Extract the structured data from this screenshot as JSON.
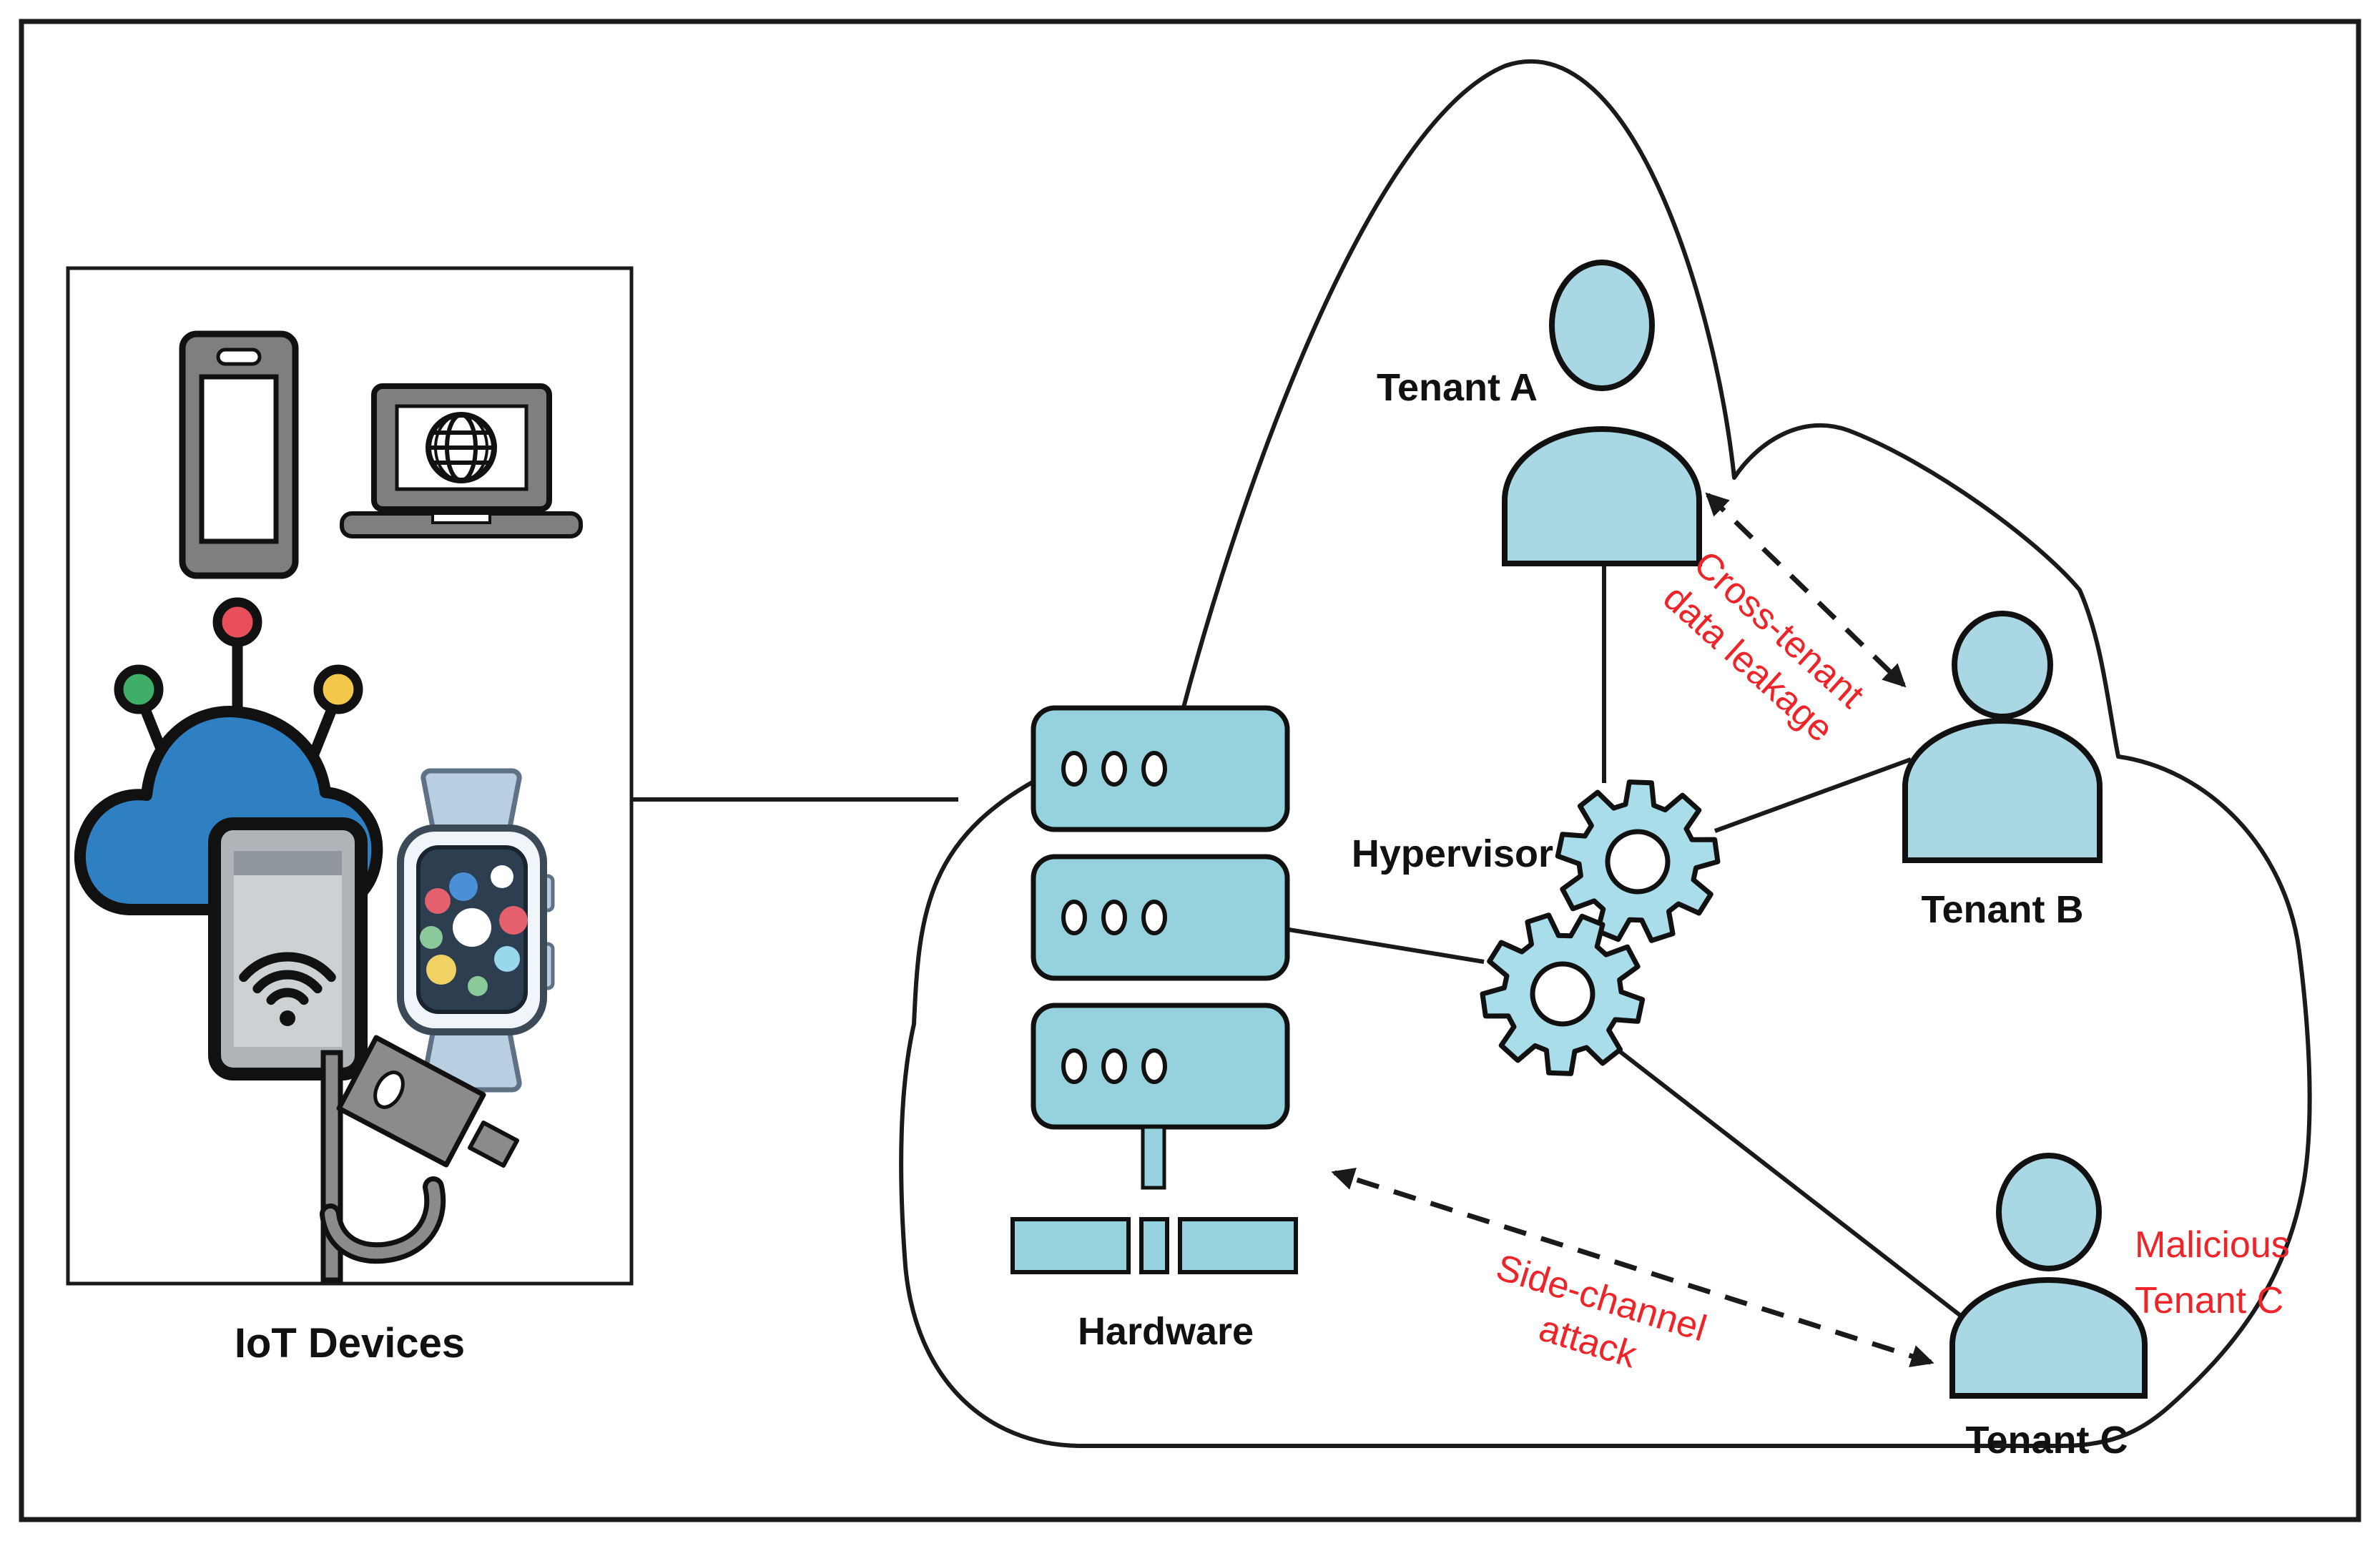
{
  "iot_panel": {
    "label": "IoT Devices",
    "devices": [
      "smartphone-icon",
      "laptop-icon",
      "iot-hub-icon",
      "smartwatch-icon",
      "cctv-camera-icon"
    ]
  },
  "cloud": {
    "tenants": {
      "a": {
        "label": "Tenant A"
      },
      "b": {
        "label": "Tenant B"
      },
      "c": {
        "label": "Tenant C"
      }
    },
    "hypervisor_label": "Hypervisor",
    "hardware_label": "Hardware"
  },
  "annotations": {
    "cross_tenant": {
      "line1": "Cross-tenant",
      "line2": "data leakage",
      "color": "#ee2428"
    },
    "side_channel": {
      "line1": "Side-channel",
      "line2": "attack",
      "color": "#ee2428"
    },
    "malicious_tenant": {
      "line1": "Malicious",
      "line2": "Tenant C",
      "color": "#ee2428"
    }
  },
  "colors": {
    "outline": "#1a1a1a",
    "person_fill": "#a9d8e4",
    "gear_fill": "#a8dde9",
    "server_fill": "#96d2de",
    "hub_cloud_fill": "#2f80c3",
    "device_gray": "#7f7f7f",
    "camera_gray": "#8b8b8b",
    "annotation_red": "#ee2428",
    "watch_strap": "#b8cee1",
    "watch_screen": "#2c3e50",
    "antenna_green": "#3fae68",
    "antenna_red": "#e94f5a",
    "antenna_yellow": "#f2c94c"
  }
}
